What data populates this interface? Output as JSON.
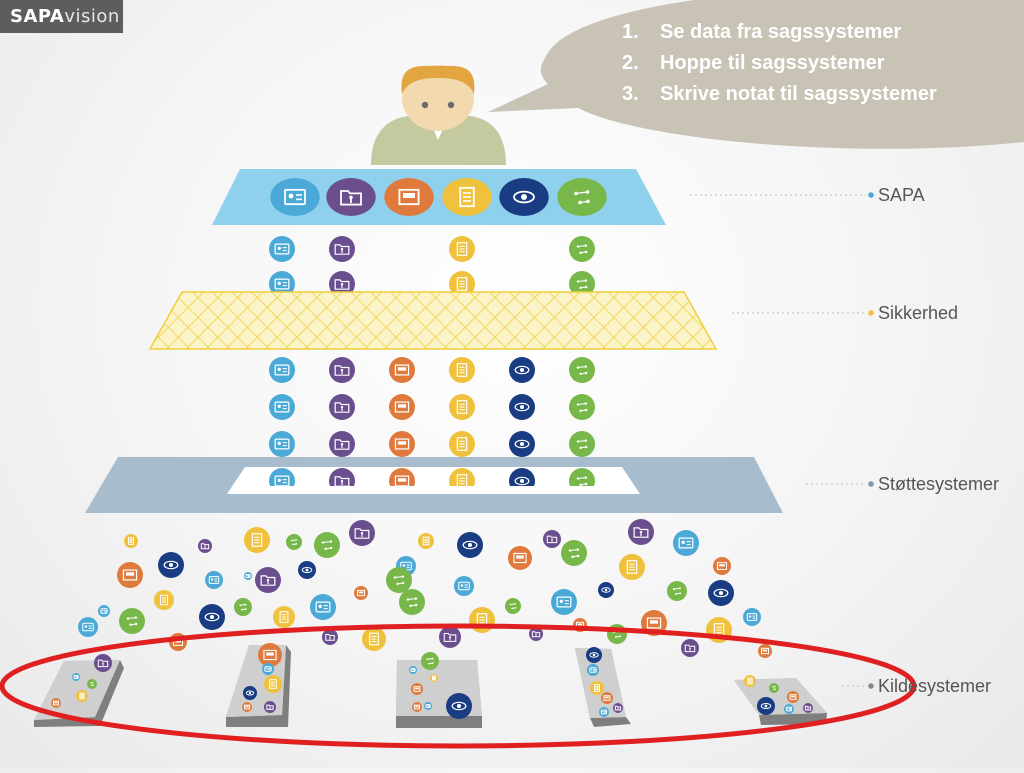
{
  "logo": {
    "bold": "SAPA",
    "thin": "vision"
  },
  "speech": {
    "items": [
      {
        "num": "1.",
        "text": "Se data fra sagssystemer"
      },
      {
        "num": "2.",
        "text": "Hoppe til sagssystemer"
      },
      {
        "num": "3.",
        "text": "Skrive notat til sagssystemer"
      }
    ]
  },
  "layers": {
    "sapa": "SAPA",
    "sikkerhed": "Sikkerhed",
    "stotte": "Støttesystemer",
    "kilde": "Kildesystemer"
  },
  "colors": {
    "sky": "#4aa9d6",
    "purple": "#6b4e8e",
    "orange": "#e07a3c",
    "yellow": "#efc13c",
    "navy": "#1a3c82",
    "green": "#78b84a",
    "sapa_panel": "#8fd1ec",
    "mesh": "#f3de6a",
    "support_panel": "#a7bccc",
    "speech_bubble": "#c9c3b6",
    "highlight_ring": "#e02020"
  },
  "icons": {
    "sky": "id-card-icon",
    "purple": "folder-person-icon",
    "orange": "case-file-icon",
    "yellow": "document-icon",
    "navy": "eye-money-icon",
    "green": "people-network-icon"
  }
}
